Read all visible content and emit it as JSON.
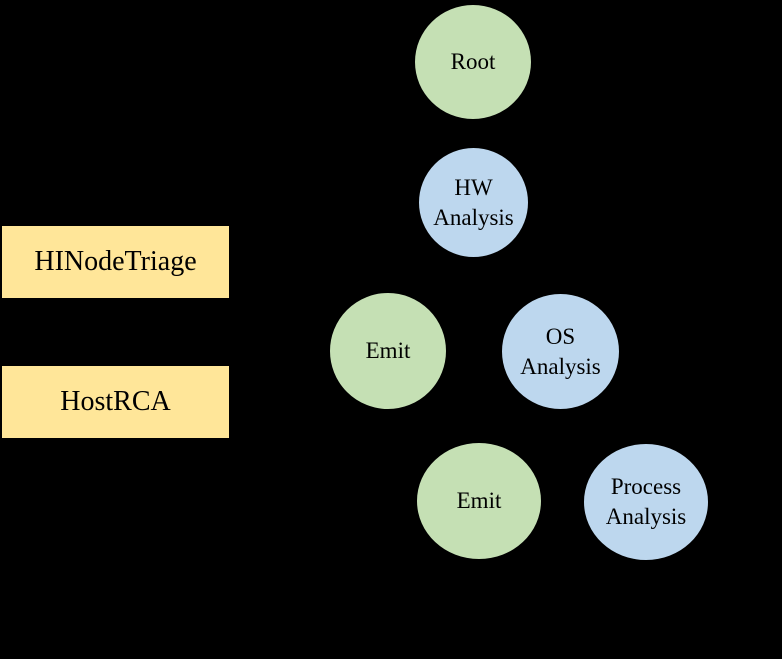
{
  "colors": {
    "background": "#000000",
    "box_fill": "#FFE699",
    "green_node": "#C5E0B4",
    "blue_node": "#BDD7EE",
    "node_border": "#000000"
  },
  "boxes": [
    {
      "label": "HINodeTriage"
    },
    {
      "label": "HostRCA"
    }
  ],
  "nodes": {
    "root": {
      "label": "Root"
    },
    "hw_analysis": {
      "label": "HW\nAnalysis"
    },
    "emit_1": {
      "label": "Emit"
    },
    "os_analysis": {
      "label": "OS\nAnalysis"
    },
    "emit_2": {
      "label": "Emit"
    },
    "process_analysis": {
      "label": "Process\nAnalysis"
    }
  }
}
